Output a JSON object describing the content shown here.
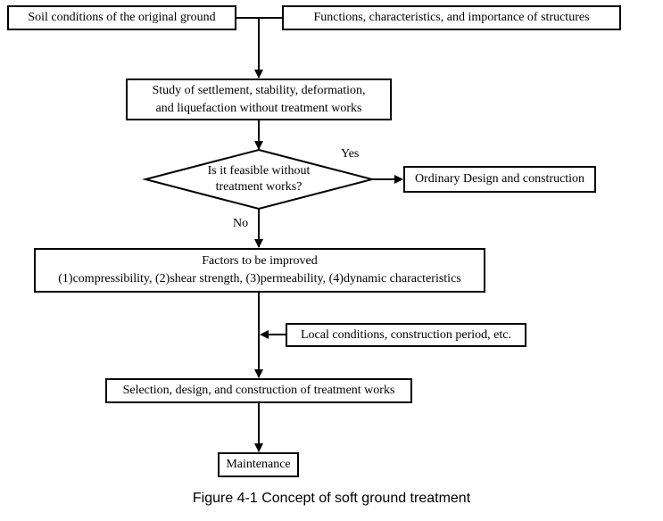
{
  "diagram": {
    "nodes": {
      "soil_conditions": "Soil conditions of the original ground",
      "structures": "Functions, characteristics, and importance of structures",
      "study_line1": "Study of settlement, stability, deformation,",
      "study_line2": "and liquefaction without treatment works",
      "decision_line1": "Is it feasible without",
      "decision_line2": "treatment works?",
      "ordinary_design": "Ordinary Design and construction",
      "factors_line1": "Factors to be improved",
      "factors_line2": "(1)compressibility, (2)shear strength, (3)permeability, (4)dynamic characteristics",
      "local_conditions": "Local conditions, construction period, etc.",
      "selection": "Selection, design, and construction of treatment works",
      "maintenance": "Maintenance"
    },
    "edge_labels": {
      "yes": "Yes",
      "no": "No"
    },
    "caption": "Figure 4-1 Concept of soft ground treatment"
  }
}
